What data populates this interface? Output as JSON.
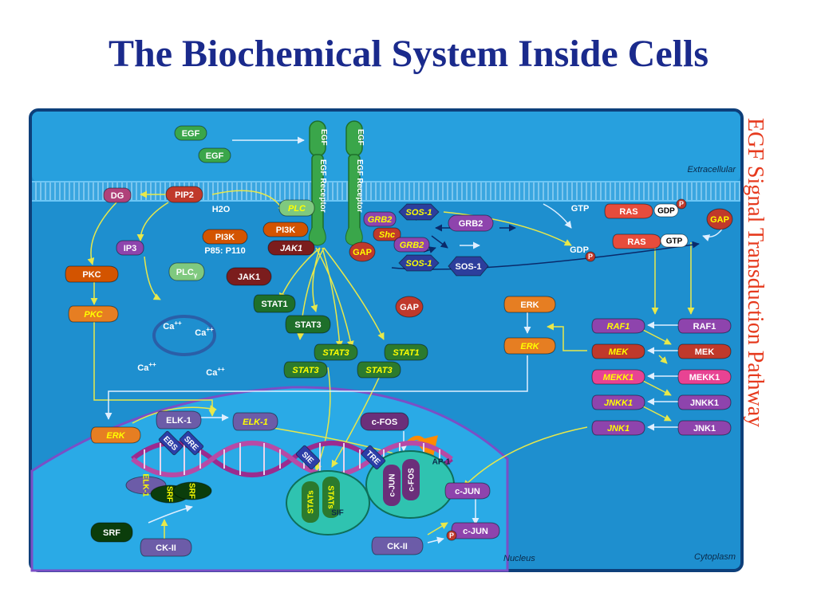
{
  "title": "The Biochemical System Inside Cells",
  "side_title": "EGF Signal Transduction Pathway",
  "regions": {
    "extracellular": "Extracellular",
    "cytoplasm": "Cytoplasm",
    "nucleus": "Nucleus"
  },
  "colors": {
    "title": "#1a2a8c",
    "side_title": "#e63a1e",
    "cell_bg": "#1e8fcf",
    "frame": "#0d3f7a"
  },
  "nodes": {
    "egf1": "EGF",
    "egf2": "EGF",
    "receptor_left_top": "EGF",
    "receptor_right_top": "EGF",
    "receptor_left": "EGF Receptor",
    "receptor_right": "EGF Receptor",
    "dg": "DG",
    "pip2": "PIP2",
    "h2o": "H2O",
    "plc_y": "PLC",
    "ip3": "IP3",
    "pi3k_a": "PI3K",
    "pi3k_b": "PI3K",
    "p85": "P85: P110",
    "jak1_a": "JAK1",
    "jak1_b": "JAK1",
    "plc_g": "PLC",
    "gamma": "γ",
    "pkc1": "PKC",
    "pkc2": "PKC",
    "ca1": "Ca",
    "ca2": "Ca",
    "ca3": "Ca",
    "ca4": "Ca",
    "ca_sup": "++",
    "stat1_a": "STAT1",
    "stat3_a": "STAT3",
    "stat3_b": "STAT3",
    "stat1_b": "STAT1",
    "stat3_c": "STAT3",
    "stat3_d": "STAT3",
    "grb2_a": "GRB2",
    "sos1_a": "SOS-1",
    "grb2_b": "GRB2",
    "shc": "Shc",
    "grb2_c": "GRB2",
    "sos1_b": "SOS-1",
    "sos1_c": "SOS-1",
    "gap1": "GAP",
    "gap2": "GAP",
    "gap3": "GAP",
    "gtp1": "GTP",
    "ras1": "RAS",
    "gdp1": "GDP",
    "p1": "P",
    "gdp2": "GDP",
    "p2": "P",
    "ras2": "RAS",
    "gtp2": "GTP",
    "erk1": "ERK",
    "erk2": "ERK",
    "erk3": "ERK",
    "raf1_a": "RAF1",
    "raf1_b": "RAF1",
    "mek_a": "MEK",
    "mek_b": "MEK",
    "mekk1_a": "MEKK1",
    "mekk1_b": "MEKK1",
    "jnkk1_a": "JNKK1",
    "jnkk1_b": "JNKK1",
    "jnk1_a": "JNK1",
    "jnk1_b": "JNK1",
    "elk1_a": "ELK-1",
    "elk1_b": "ELK-1",
    "elk1_c": "ELK-1",
    "cfos_a": "c-FOS",
    "cfos_b": "c-FOS",
    "cjun_a": "c-JUN",
    "cjun_b": "c-JUN",
    "cjun_c": "c-JUN",
    "ap1": "AP-1",
    "srf1": "SRF",
    "srf2": "SRF",
    "srf3": "SRF",
    "ck2_a": "CK-II",
    "ck2_b": "CK-II",
    "p3": "P",
    "stats1": "STATs",
    "stats2": "STATs",
    "sif": "SIF",
    "ebs": "EBS",
    "sre": "SRE",
    "sie": "SIE",
    "tre": "TRE"
  }
}
